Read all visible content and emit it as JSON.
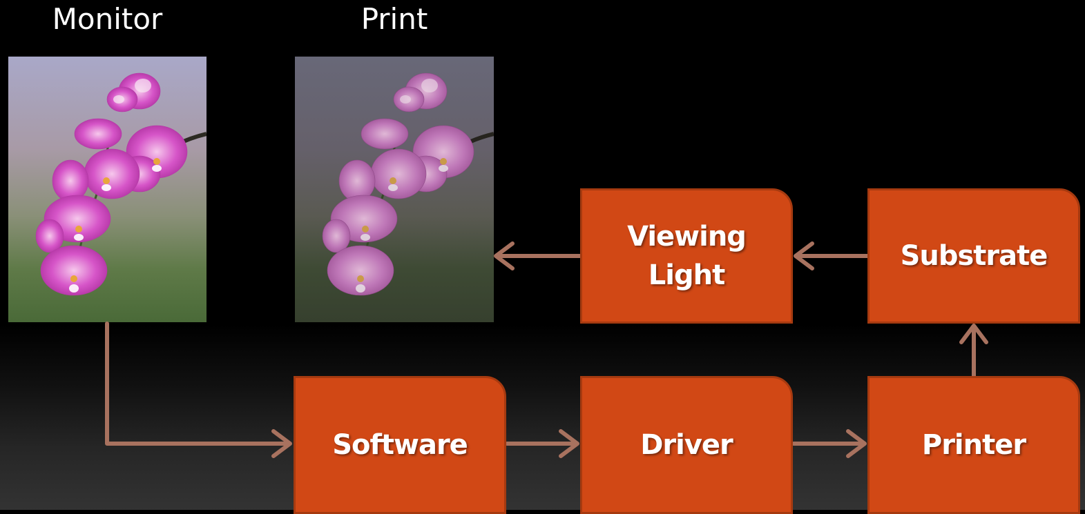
{
  "headings": {
    "monitor": "Monitor",
    "print": "Print"
  },
  "boxes": {
    "viewing_light": "Viewing\nLight",
    "substrate": "Substrate",
    "software": "Software",
    "driver": "Driver",
    "printer": "Printer"
  },
  "colors": {
    "box_fill": "#d14815",
    "box_border": "#a63a10",
    "arrow": "#a8725f",
    "text": "#ffffff",
    "background_top": "#000000",
    "background_bottom": "#333333",
    "orchid_monitor": "#cf3fb8",
    "orchid_print": "#b86fb5"
  },
  "images": {
    "monitor": "orchid-photo",
    "print": "orchid-photo-faded"
  }
}
